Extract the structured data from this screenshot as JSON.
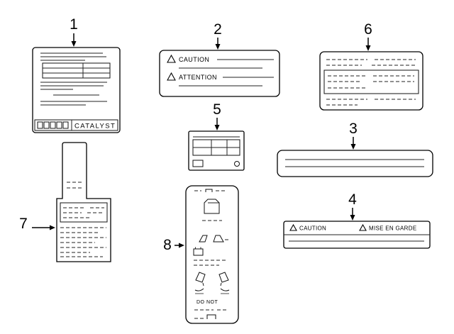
{
  "diagram": {
    "background": "#ffffff",
    "line_color": "#000000"
  },
  "callouts": {
    "c1": "1",
    "c2": "2",
    "c3": "3",
    "c4": "4",
    "c5": "5",
    "c6": "6",
    "c7": "7",
    "c8": "8"
  },
  "labels": {
    "label1": {
      "catalyst": "CATALYST"
    },
    "label2": {
      "caution": "CAUTION",
      "attention": "ATTENTION"
    },
    "label4": {
      "caution": "CAUTION",
      "mise_en_garde": "MISE EN GARDE"
    },
    "label8": {
      "do_not": "DO NOT"
    }
  }
}
